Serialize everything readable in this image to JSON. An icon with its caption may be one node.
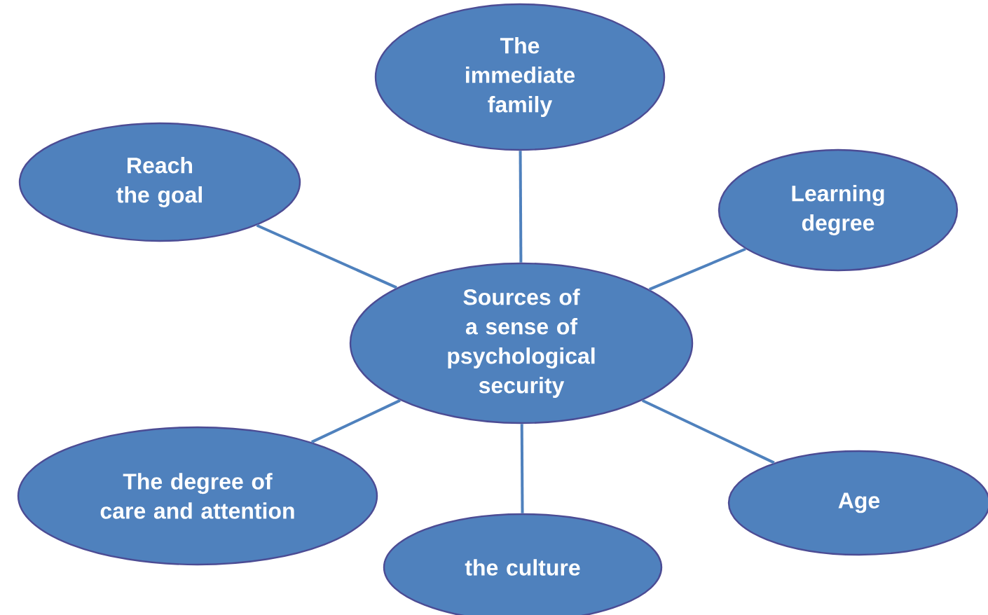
{
  "diagram": {
    "nodes": [
      {
        "text": [
          "Sources of a sense of psychological security"
        ]
      },
      {
        "text": [
          "The immediate family"
        ]
      },
      {
        "text": [
          "Reach the goal"
        ]
      },
      {
        "text": [
          "Learning degree"
        ]
      },
      {
        "text": [
          "The degree of care and attention"
        ]
      },
      {
        "text": [
          "the culture"
        ]
      },
      {
        "text": [
          "Age"
        ]
      }
    ],
    "edges": [
      {
        "from": 0,
        "to": 1,
        "arrow": "none"
      },
      {
        "from": 0,
        "to": 2,
        "arrow": "none"
      },
      {
        "from": 0,
        "to": 3,
        "arrow": "none"
      },
      {
        "from": 0,
        "to": 4,
        "arrow": "none"
      },
      {
        "from": 0,
        "to": 5,
        "arrow": "none"
      },
      {
        "from": 0,
        "to": 6,
        "arrow": "none"
      }
    ]
  }
}
